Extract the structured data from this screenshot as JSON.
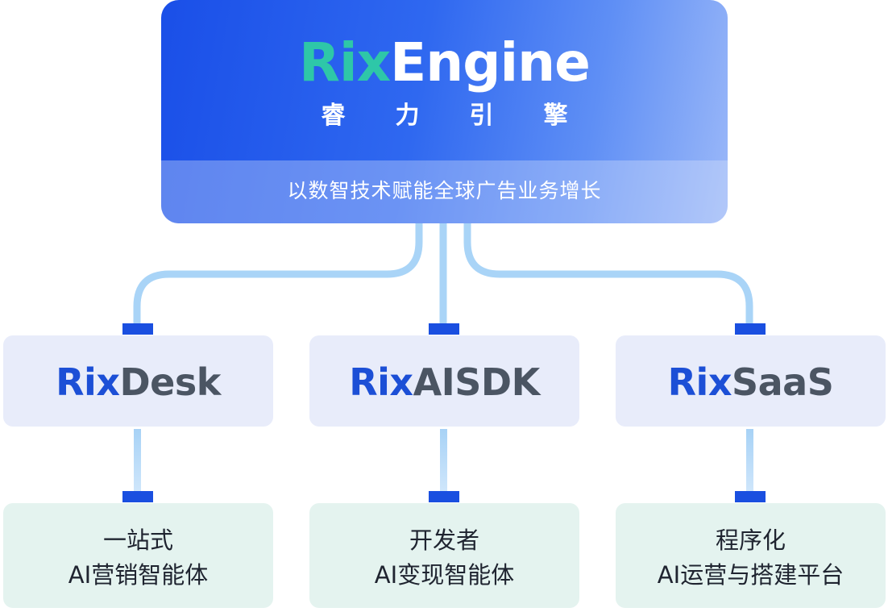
{
  "root": {
    "brand_prefix": "Rix",
    "brand_suffix": "Engine",
    "subtitle": "睿力引擎",
    "slogan": "以数智技术赋能全球广告业务增长"
  },
  "products": [
    {
      "name_prefix": "Rix",
      "name_suffix": "Desk",
      "feature_line1": "一站式",
      "feature_line2": "AI营销智能体"
    },
    {
      "name_prefix": "Rix",
      "name_suffix": "AISDK",
      "feature_line1": "开发者",
      "feature_line2": "AI变现智能体"
    },
    {
      "name_prefix": "Rix",
      "name_suffix": "SaaS",
      "feature_line1": "程序化",
      "feature_line2": "AI运营与搭建平台"
    }
  ],
  "colors": {
    "primary_blue": "#1a4fe8",
    "brand_teal": "#2ec7a8",
    "product_bg": "#e8ecfa",
    "feature_bg": "#e4f3ef",
    "connector": "#a9d4f7"
  }
}
